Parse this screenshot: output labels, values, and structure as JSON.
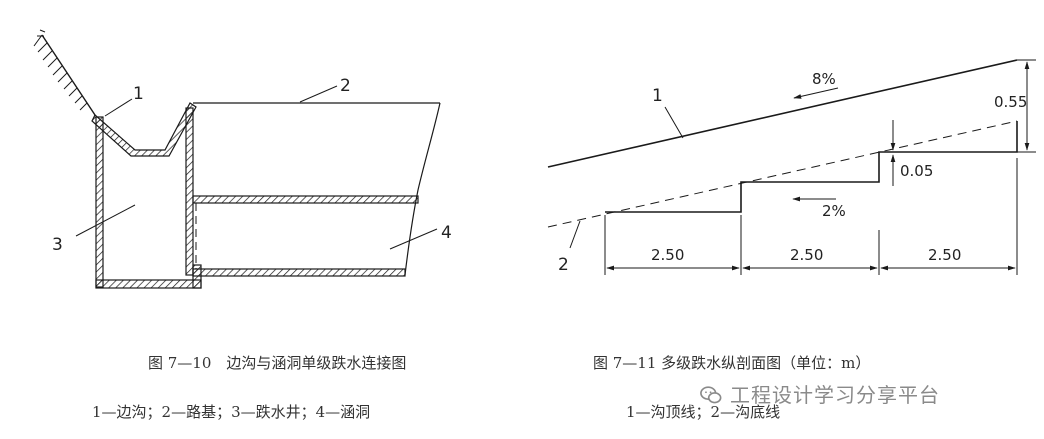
{
  "left_figure": {
    "caption": "图 7—10　边沟与涵洞单级跌水连接图",
    "legend": "1—边沟；2—路基；3—跌水井；4—涵洞",
    "labels": [
      "1",
      "2",
      "3",
      "4"
    ]
  },
  "right_figure": {
    "caption": "图 7—11 多级跌水纵剖面图（单位：m）",
    "legend": "1—沟顶线；2—沟底线",
    "line_labels": [
      "1",
      "2"
    ],
    "slope_top": "8%",
    "slope_bottom": "2%",
    "drop_height": "0.55",
    "offset": "0.05",
    "step_lengths": [
      "2.50",
      "2.50",
      "2.50"
    ]
  },
  "watermark": {
    "text": "工程设计学习分享平台",
    "icon": "wechat-icon"
  },
  "colors": {
    "line": "#1a1a1a",
    "text": "#222222",
    "watermark": "#8a8a8a"
  }
}
